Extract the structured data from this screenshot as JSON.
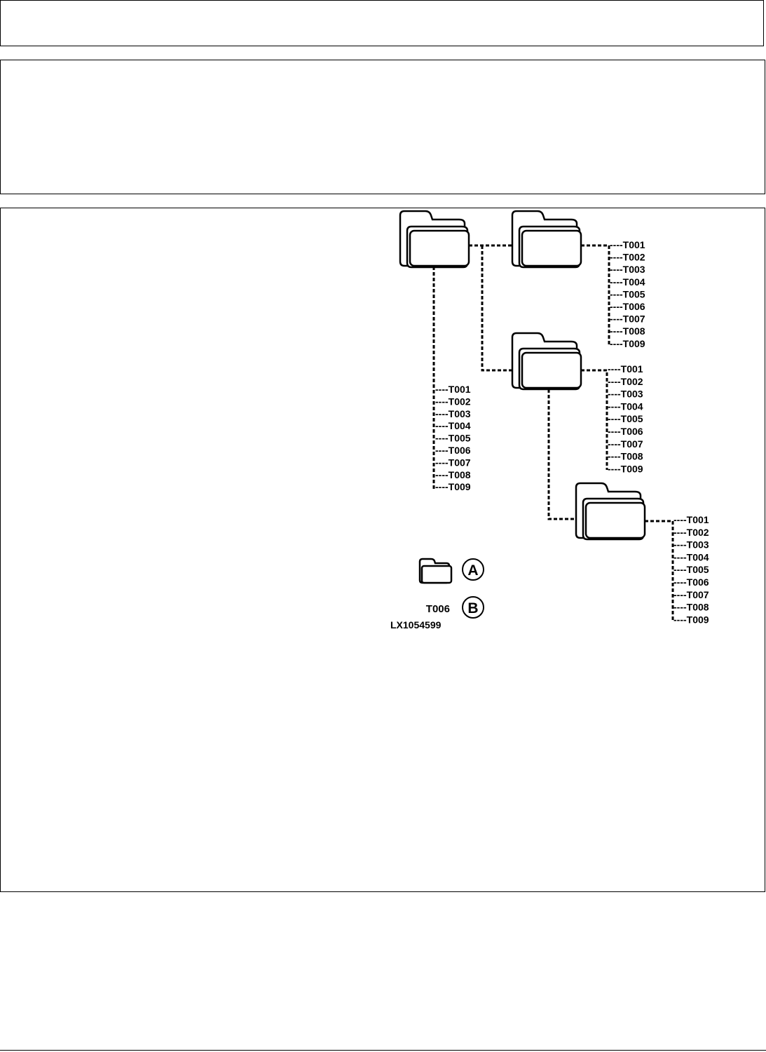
{
  "diagram": {
    "folder_lists": [
      [
        "T001",
        "T002",
        "T003",
        "T004",
        "T005",
        "T006",
        "T007",
        "T008",
        "T009"
      ],
      [
        "T001",
        "T002",
        "T003",
        "T004",
        "T005",
        "T006",
        "T007",
        "T008",
        "T009"
      ],
      [
        "T001",
        "T002",
        "T003",
        "T004",
        "T005",
        "T006",
        "T007",
        "T008",
        "T009"
      ],
      [
        "T001",
        "T002",
        "T003",
        "T004",
        "T005",
        "T006",
        "T007",
        "T008",
        "T009"
      ]
    ],
    "list_prefix": "----",
    "legend": {
      "a_letter": "A",
      "b_example": "T006",
      "b_letter": "B"
    },
    "figure_id": "LX1054599"
  }
}
